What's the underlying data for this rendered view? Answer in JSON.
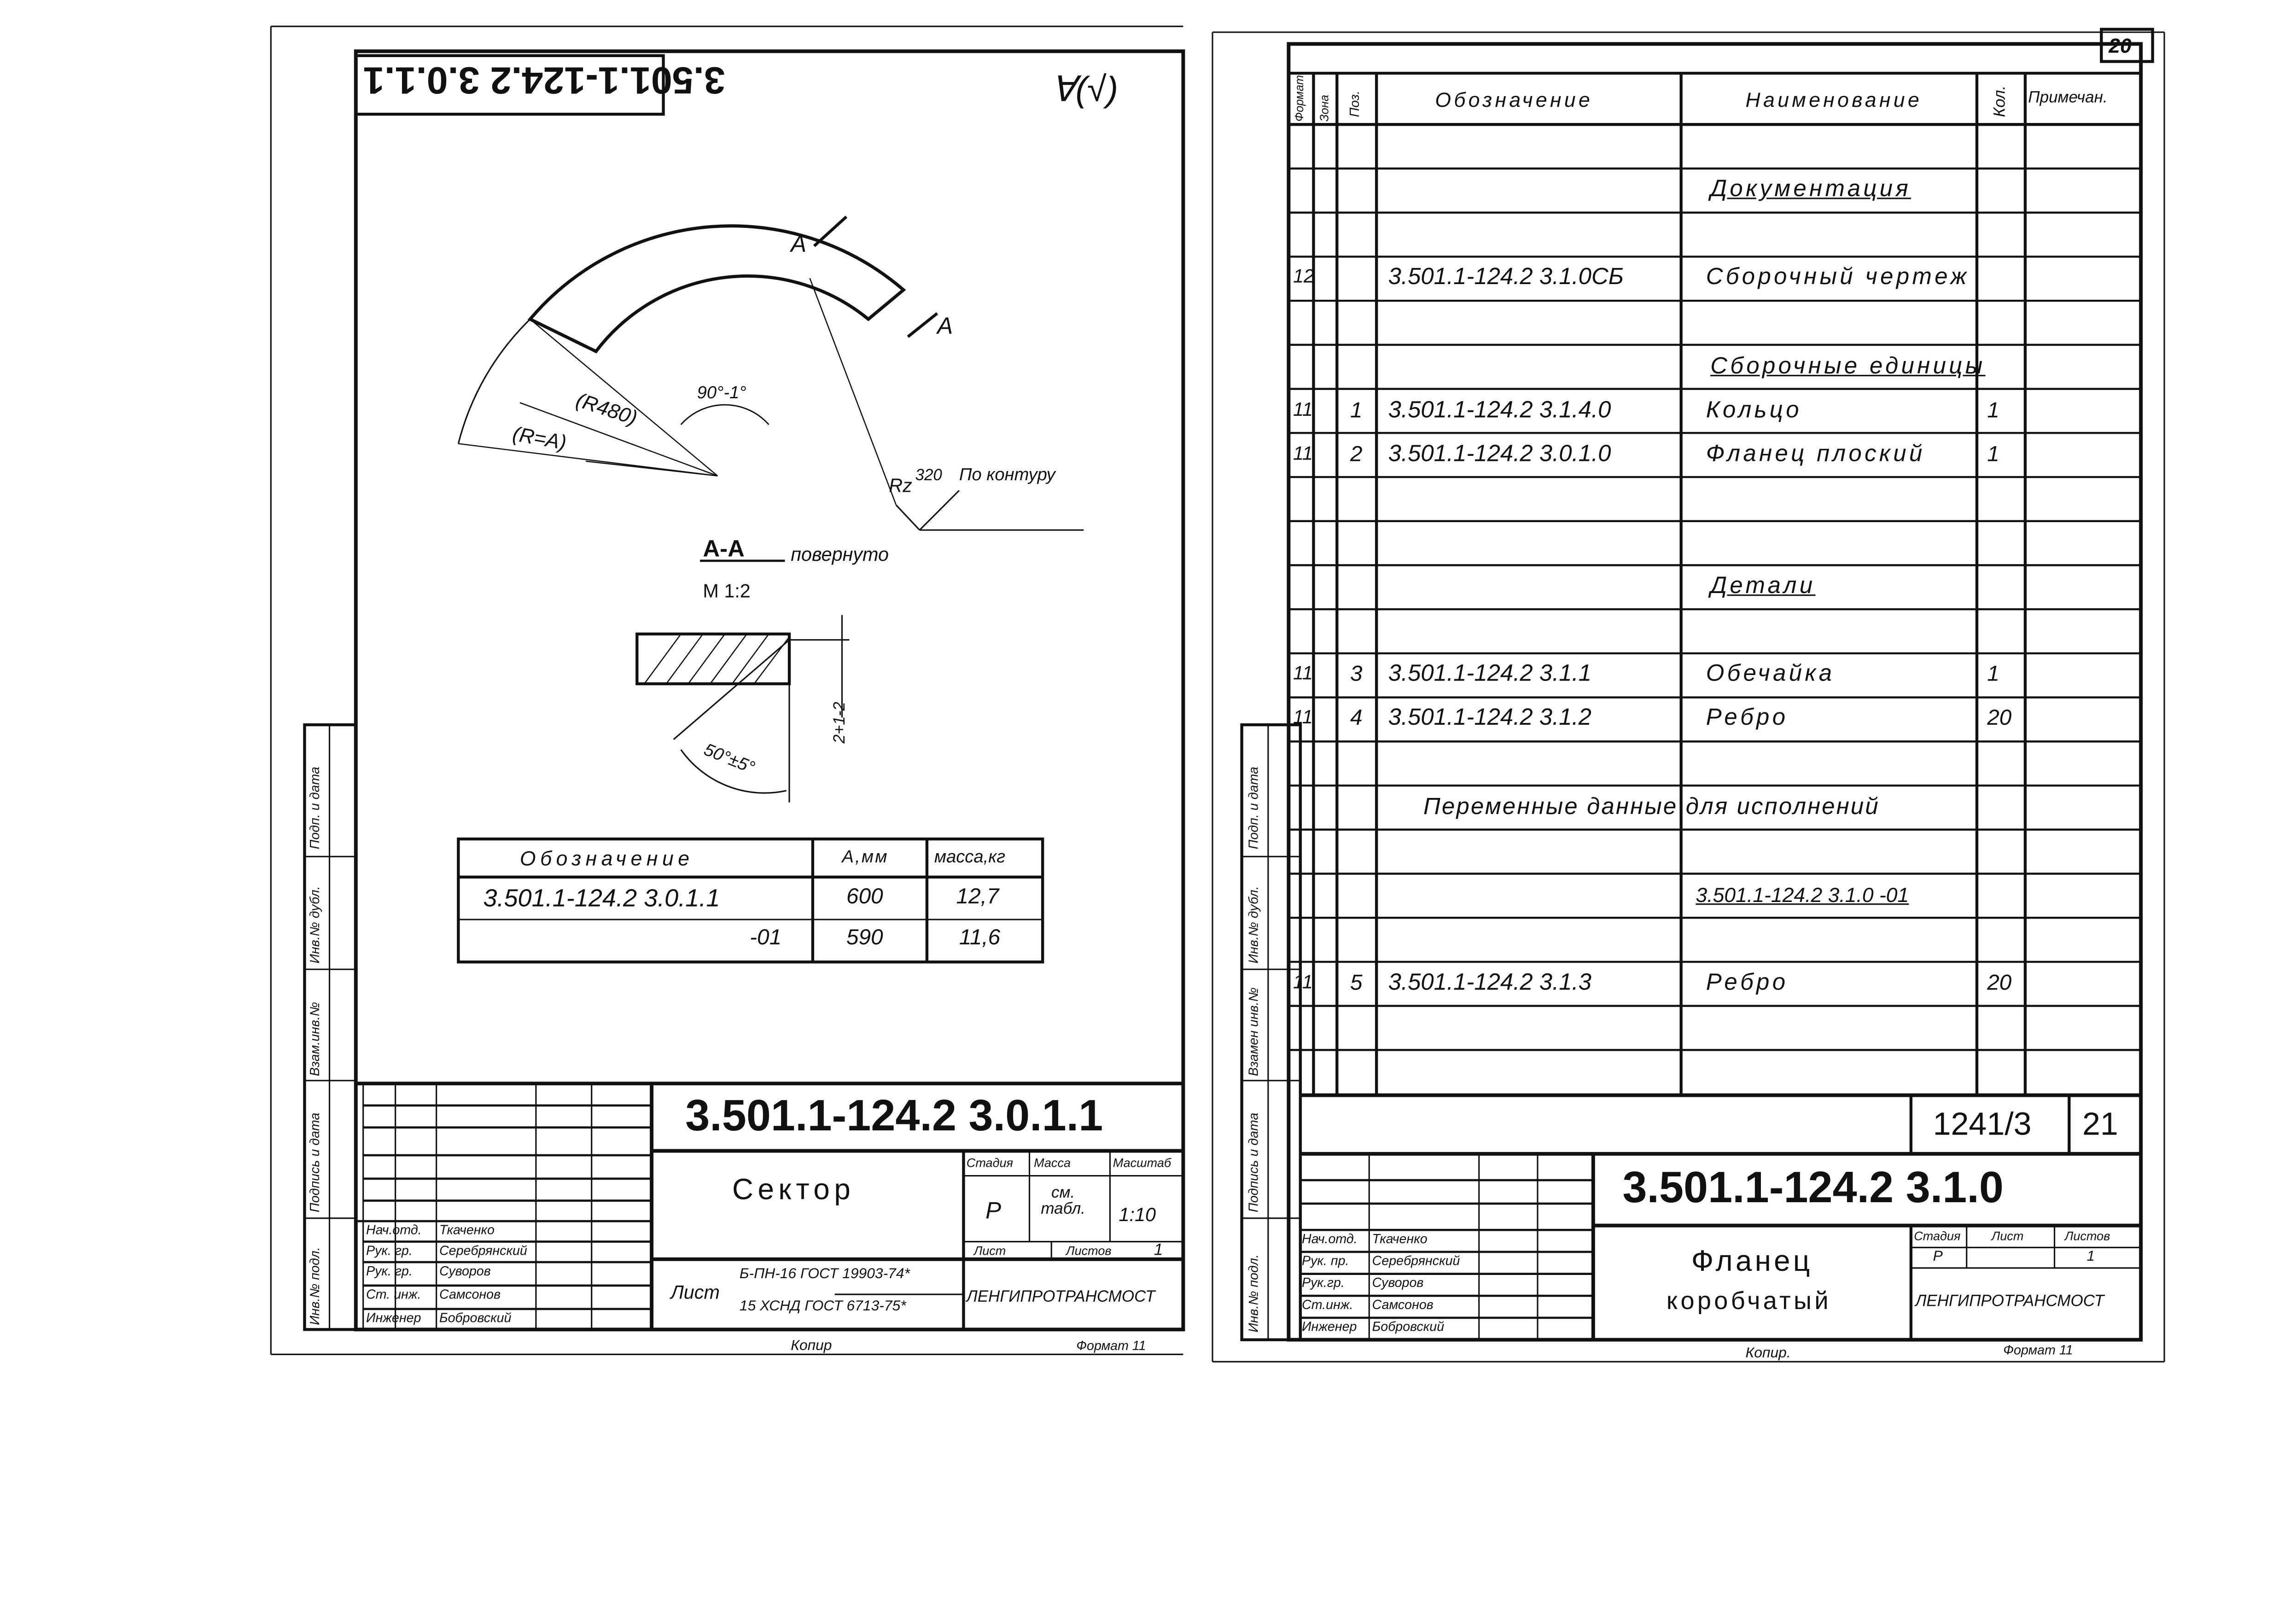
{
  "left_sheet": {
    "top_code_mirrored": "3.501.1-124.2 3.0.1.1",
    "roughness_general": "∀(√)",
    "drawing": {
      "section_mark": "A",
      "radius_inner": "(R480)",
      "radius_outer": "(R=A)",
      "angle": "90°-1°",
      "roughness_symbol": "Rz",
      "roughness_value": "320",
      "roughness_note": "По контуру",
      "section_title": "А-А",
      "section_note": "повернуто",
      "section_scale": "М 1:2",
      "chamfer_dim": "2+1-2",
      "chamfer_angle": "50°±5°"
    },
    "variants_table": {
      "headers": [
        "Обозначение",
        "А,мм",
        "масса,кг"
      ],
      "rows": [
        [
          "3.501.1-124.2 3.0.1.1",
          "600",
          "12,7"
        ],
        [
          "-01",
          "590",
          "11,6"
        ]
      ]
    },
    "side_stamps": [
      "Подп. и дата",
      "Инв.№ дубл.",
      "Взам.инв.№",
      "Подпись и дата",
      "Инв.№ подл."
    ],
    "title_block": {
      "code": "3.501.1-124.2 3.0.1.1",
      "name": "Сектор",
      "stage_label": "Стадия",
      "mass_label": "Масса",
      "scale_label": "Масштаб",
      "stage": "Р",
      "mass": "см. табл.",
      "scale": "1:10",
      "sheet_label": "Лист",
      "sheets_label": "Листов",
      "sheets": "1",
      "material_label": "Лист",
      "material_top": "Б-ПН-16 ГОСТ 19903-74*",
      "material_bottom": "15 ХСНД ГОСТ 6713-75*",
      "organization": "ЛЕНГИПРОТРАНСМОСТ",
      "staff": [
        {
          "role": "Нач.отд.",
          "name": "Ткаченко"
        },
        {
          "role": "Рук. гр.",
          "name": "Серебрянский"
        },
        {
          "role": "Рук. гр.",
          "name": "Суворов"
        },
        {
          "role": "Ст. инж.",
          "name": "Самсонов"
        },
        {
          "role": "Инженер",
          "name": "Бобровский"
        }
      ]
    },
    "footer": {
      "copied": "Копир",
      "format": "Формат 11"
    }
  },
  "right_sheet": {
    "page_number": "20",
    "spec_headers": [
      "Формат",
      "Зона",
      "Поз.",
      "Обозначение",
      "Наименование",
      "Кол.",
      "Примечан."
    ],
    "spec_rows": [
      {
        "section": "Документация"
      },
      {
        "format": "12",
        "pos": "",
        "code": "3.501.1-124.2 3.1.0СБ",
        "name": "Сборочный чертеж",
        "qty": ""
      },
      {
        "section": "Сборочные единицы"
      },
      {
        "format": "11",
        "pos": "1",
        "code": "3.501.1-124.2 3.1.4.0",
        "name": "Кольцо",
        "qty": "1"
      },
      {
        "format": "11",
        "pos": "2",
        "code": "3.501.1-124.2 3.0.1.0",
        "name": "Фланец плоский",
        "qty": "1"
      },
      {
        "section": "Детали"
      },
      {
        "format": "11",
        "pos": "3",
        "code": "3.501.1-124.2 3.1.1",
        "name": "Обечайка",
        "qty": "1"
      },
      {
        "format": "11",
        "pos": "4",
        "code": "3.501.1-124.2 3.1.2",
        "name": "Ребро",
        "qty": "20"
      },
      {
        "heading": "Переменные данные для исполнений"
      },
      {
        "variant": "3.501.1-124.2 3.1.0 -01"
      },
      {
        "format": "11",
        "pos": "5",
        "code": "3.501.1-124.2 3.1.3",
        "name": "Ребро",
        "qty": "20"
      }
    ],
    "side_stamps": [
      "Подп. и дата",
      "Инв.№ дубл.",
      "Взамен инв.№",
      "Подпись и дата",
      "Инв.№ подл."
    ],
    "title_block": {
      "album": "1241/3",
      "page": "21",
      "code": "3.501.1-124.2 3.1.0",
      "name_line1": "Фланец",
      "name_line2": "коробчатый",
      "stage_label": "Стадия",
      "sheet_label": "Лист",
      "sheets_label": "Листов",
      "stage": "Р",
      "sheet": "",
      "sheets": "1",
      "organization": "ЛЕНГИПРОТРАНСМОСТ",
      "staff": [
        {
          "role": "Нач.отд.",
          "name": "Ткаченко"
        },
        {
          "role": "Рук. пр.",
          "name": "Серебрянский"
        },
        {
          "role": "Рук.гр.",
          "name": "Суворов"
        },
        {
          "role": "Ст.инж.",
          "name": "Самсонов"
        },
        {
          "role": "Инженер",
          "name": "Бобровский"
        }
      ]
    },
    "footer": {
      "copied": "Копир.",
      "format": "Формат 11"
    }
  }
}
